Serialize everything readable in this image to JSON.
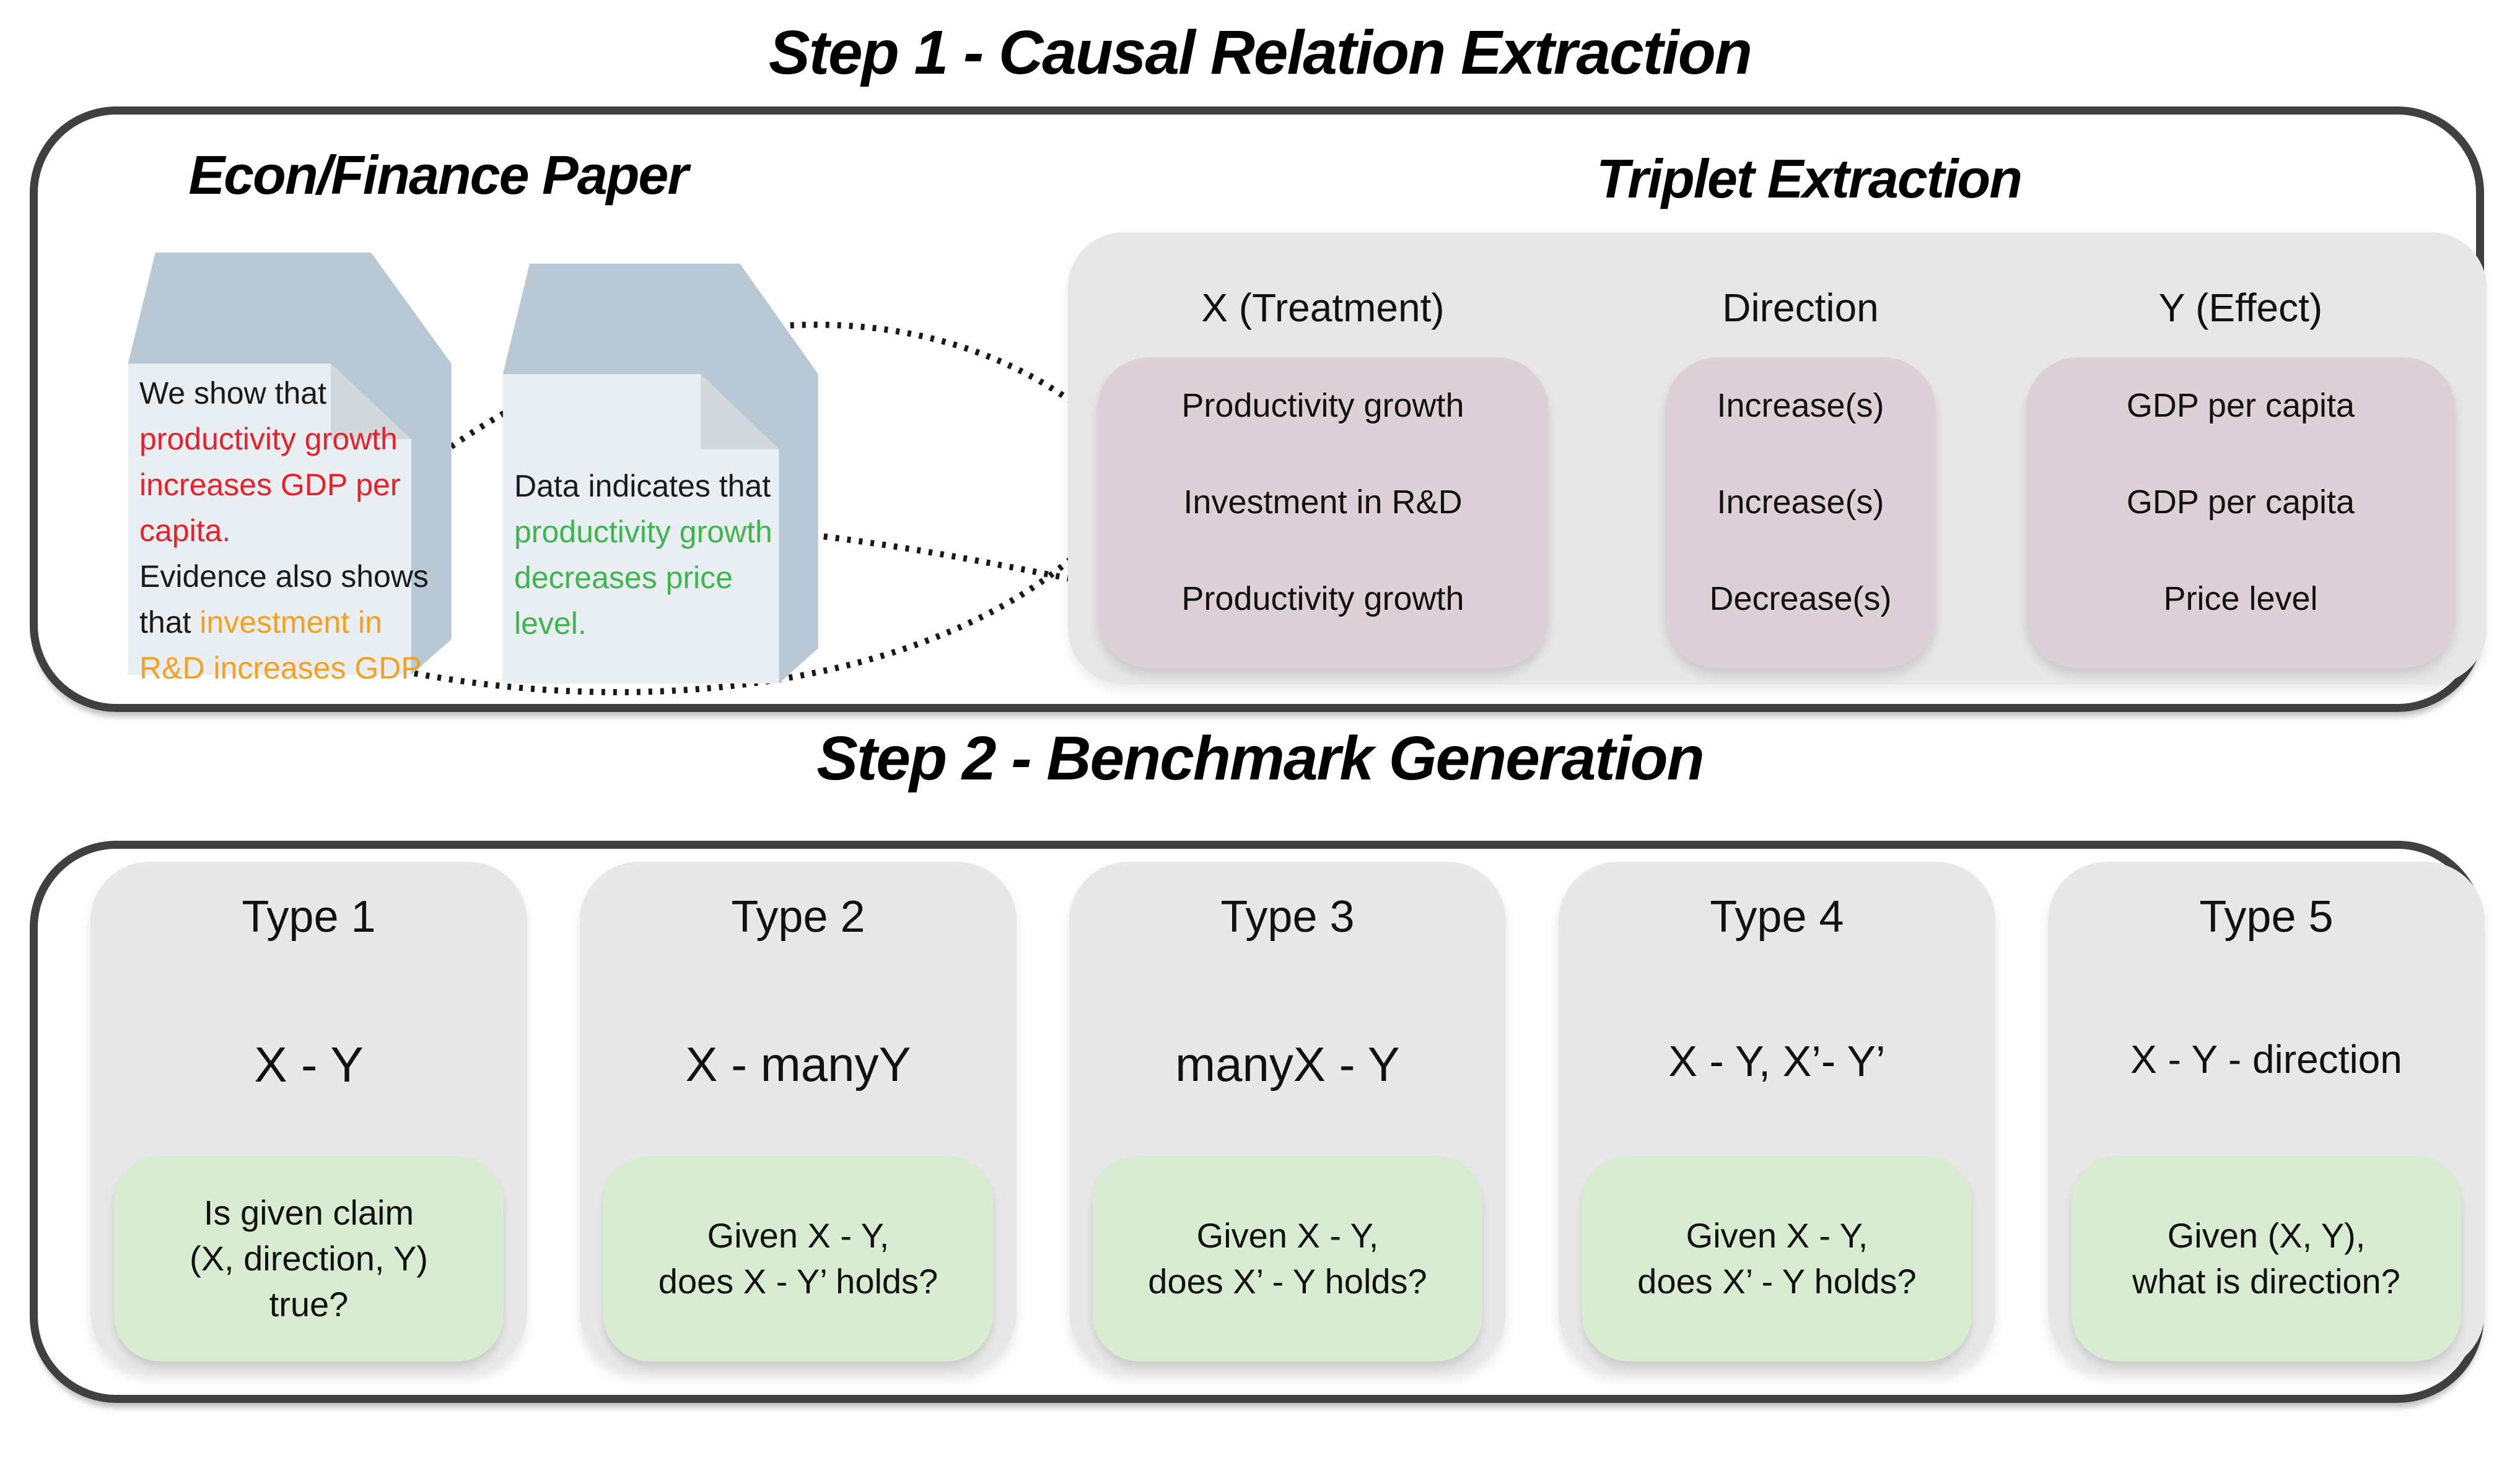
{
  "colors": {
    "border": "#404040",
    "panel_bg": "#e8e7e8",
    "pink_bg": "#ddd1d7",
    "card_bg": "#e8e8e8",
    "green_bg": "#d8ecd1",
    "doc_face": "#e9eef3",
    "doc_back": "#b8c8d4",
    "doc_fold": "#d3d8dc",
    "text_black": "#1a1a1a",
    "text_red": "#e62129",
    "text_orange": "#f5a01e",
    "text_green": "#3eb54d",
    "dotted_line": "#1a1a1a"
  },
  "step1": {
    "title": "Step 1 - Causal Relation Extraction",
    "papers_heading": "Econ/Finance Paper",
    "extraction_heading": "Triplet Extraction",
    "documents": [
      {
        "lines": [
          {
            "segments": [
              {
                "text": "We show that",
                "color": "#1a1a1a"
              }
            ]
          },
          {
            "segments": [
              {
                "text": "productivity growth",
                "color": "#e62129"
              }
            ]
          },
          {
            "segments": [
              {
                "text": "increases GDP per",
                "color": "#e62129"
              }
            ]
          },
          {
            "segments": [
              {
                "text": "capita.",
                "color": "#e62129"
              }
            ]
          },
          {
            "segments": [
              {
                "text": "Evidence also shows",
                "color": "#1a1a1a"
              }
            ]
          },
          {
            "segments": [
              {
                "text": "that ",
                "color": "#1a1a1a"
              },
              {
                "text": "investment in",
                "color": "#f5a01e"
              }
            ]
          },
          {
            "segments": [
              {
                "text": "R&D increases GDP",
                "color": "#f5a01e"
              }
            ]
          }
        ]
      },
      {
        "lines": [
          {
            "segments": [
              {
                "text": "Data indicates that",
                "color": "#1a1a1a"
              }
            ]
          },
          {
            "segments": [
              {
                "text": "productivity growth",
                "color": "#3eb54d"
              }
            ]
          },
          {
            "segments": [
              {
                "text": "decreases price",
                "color": "#3eb54d"
              }
            ]
          },
          {
            "segments": [
              {
                "text": "level.",
                "color": "#3eb54d"
              }
            ]
          }
        ]
      }
    ],
    "triplet_table": {
      "columns": [
        {
          "header": "X (Treatment)",
          "values": [
            "Productivity growth",
            "Investment in R&D",
            "Productivity growth"
          ]
        },
        {
          "header": "Direction",
          "values": [
            "Increase(s)",
            "Increase(s)",
            "Decrease(s)"
          ]
        },
        {
          "header": "Y (Effect)",
          "values": [
            "GDP per capita",
            "GDP per capita",
            "Price level"
          ]
        }
      ]
    }
  },
  "step2": {
    "title": "Step 2 - Benchmark Generation",
    "cards": [
      {
        "title": "Type 1",
        "formula": "X - Y",
        "question_lines": [
          "Is given claim",
          "(X, direction, Y)",
          "true?"
        ]
      },
      {
        "title": "Type 2",
        "formula": "X - manyY",
        "question_lines": [
          "Given X - Y,",
          "does X - Y’ holds?"
        ]
      },
      {
        "title": "Type 3",
        "formula": "manyX - Y",
        "question_lines": [
          "Given X - Y,",
          "does X’ - Y holds?"
        ]
      },
      {
        "title": "Type 4",
        "formula": "X - Y, X’- Y’",
        "question_lines": [
          "Given X - Y,",
          "does X’ - Y holds?"
        ]
      },
      {
        "title": "Type 5",
        "formula": "X - Y - direction",
        "question_lines": [
          "Given (X, Y),",
          "what is direction?"
        ]
      }
    ]
  }
}
